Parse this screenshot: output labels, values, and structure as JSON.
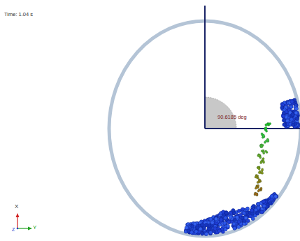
{
  "diagram": {
    "labels": [
      "Time: 1.04 s",
      "90.6185 deg",
      "X",
      "Z",
      "Y"
    ]
  }
}
